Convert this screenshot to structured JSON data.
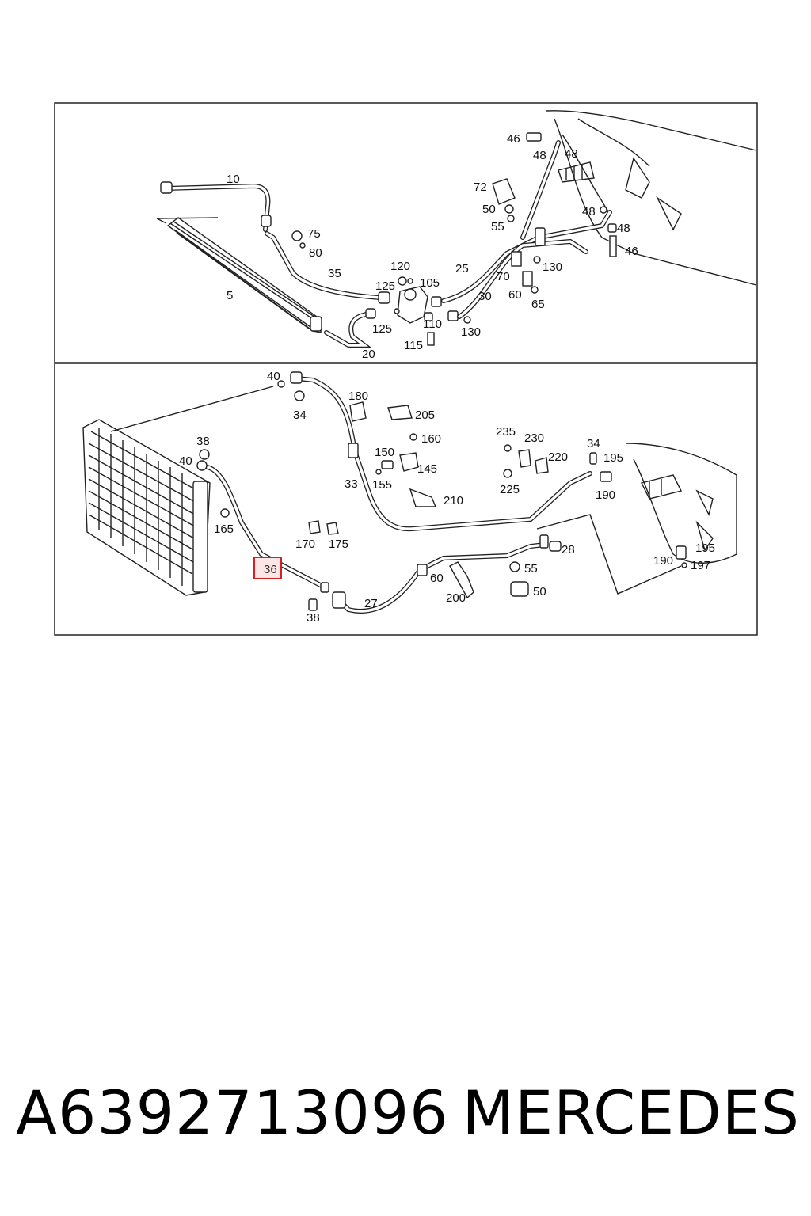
{
  "part_number": "A6392713096",
  "brand": "MERCEDES",
  "highlighted_label": "36",
  "upper_labels": [
    "10",
    "5",
    "75",
    "80",
    "35",
    "120",
    "125",
    "105",
    "125",
    "110",
    "115",
    "20",
    "25",
    "30",
    "130",
    "72",
    "50",
    "55",
    "70",
    "60",
    "65",
    "130",
    "46",
    "48",
    "48",
    "48",
    "48",
    "46"
  ],
  "lower_labels": [
    "40",
    "34",
    "180",
    "205",
    "160",
    "38",
    "40",
    "150",
    "145",
    "155",
    "33",
    "210",
    "165",
    "170",
    "175",
    "235",
    "230",
    "220",
    "225",
    "34",
    "195",
    "190",
    "28",
    "55",
    "60",
    "200",
    "50",
    "27",
    "38",
    "195",
    "190",
    "197"
  ]
}
